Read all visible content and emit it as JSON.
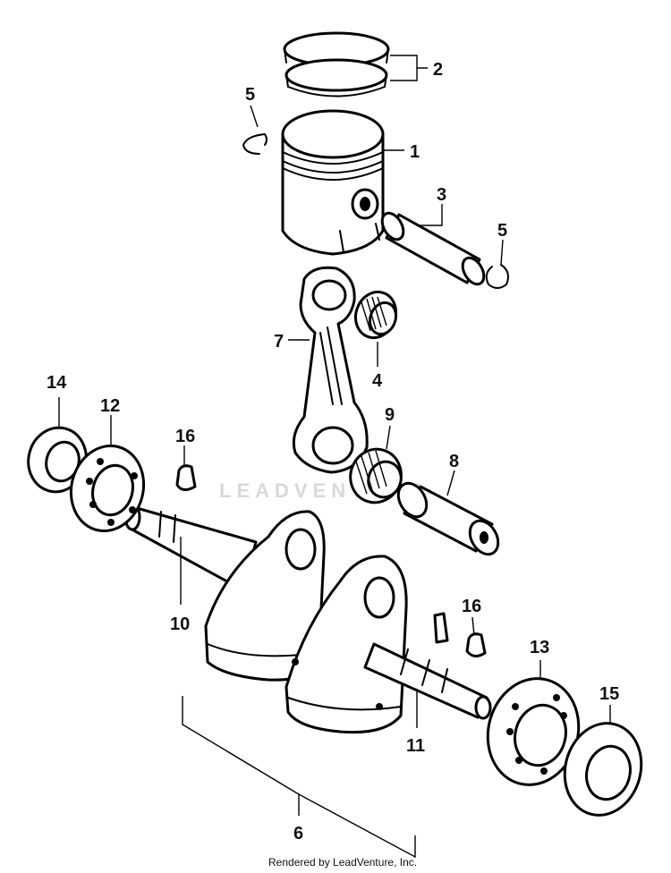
{
  "callouts": {
    "c1": "1",
    "c2": "2",
    "c3": "3",
    "c4": "4",
    "c5a": "5",
    "c5b": "5",
    "c6": "6",
    "c7": "7",
    "c8": "8",
    "c9": "9",
    "c10": "10",
    "c11": "11",
    "c12": "12",
    "c13": "13",
    "c14": "14",
    "c15": "15",
    "c16a": "16",
    "c16b": "16"
  },
  "watermark": "LEADVENTURE",
  "footer": "Rendered by LeadVenture, Inc.",
  "colors": {
    "line": "#000000",
    "background": "#ffffff",
    "watermark": "#d8d8d8"
  }
}
